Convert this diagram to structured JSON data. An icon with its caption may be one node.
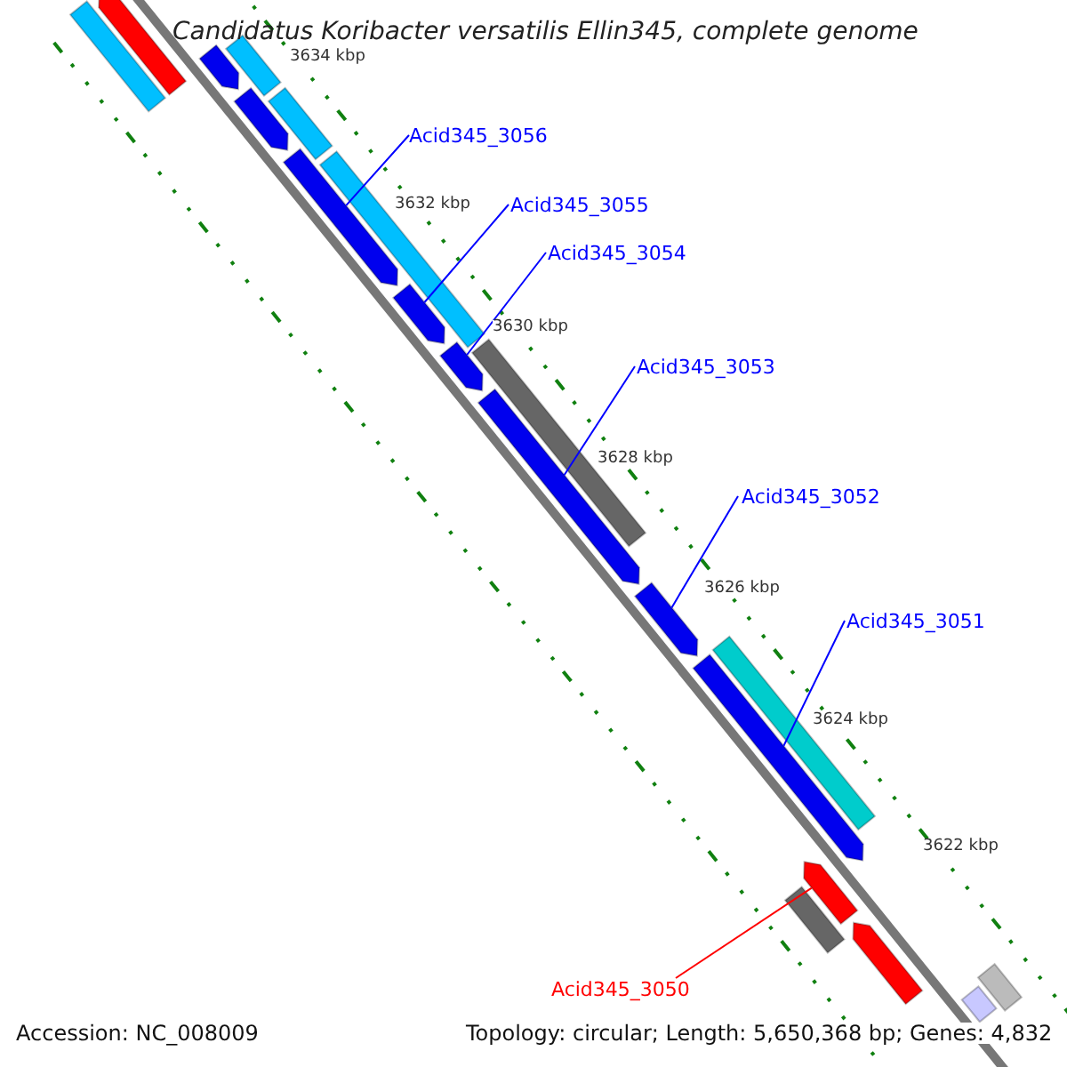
{
  "diagram": {
    "title": "Candidatus Koribacter versatilis Ellin345, complete genome",
    "nodes": [
      {
        "text": [
          "Acid345_3056"
        ]
      },
      {
        "text": [
          "Acid345_3055"
        ]
      },
      {
        "text": [
          "Acid345_3054"
        ]
      },
      {
        "text": [
          "Acid345_3053"
        ]
      },
      {
        "text": [
          "Acid345_3052"
        ]
      },
      {
        "text": [
          "Acid345_3051"
        ]
      },
      {
        "text": [
          "Acid345_3050"
        ]
      },
      {
        "text": [],
        "shape": "arrow"
      },
      {
        "text": [],
        "shape": "bar"
      },
      {
        "text": [],
        "shape": "arrow"
      },
      {
        "text": [],
        "shape": "bar"
      },
      {
        "text": [],
        "shape": "arrow"
      },
      {
        "text": [],
        "shape": "bar"
      },
      {
        "text": [],
        "shape": "arrow"
      },
      {
        "text": [],
        "shape": "bar"
      },
      {
        "text": [],
        "shape": "arrow"
      },
      {
        "text": [],
        "shape": "arrow"
      },
      {
        "text": [],
        "shape": "bar"
      },
      {
        "text": [],
        "shape": "arrow"
      },
      {
        "text": [],
        "shape": "arrow"
      },
      {
        "text": [],
        "shape": "bar"
      },
      {
        "text": [],
        "shape": "arrow"
      },
      {
        "text": [],
        "shape": "arrow"
      },
      {
        "text": [],
        "shape": "bar"
      },
      {
        "text": [],
        "shape": "arrow"
      },
      {
        "text": [],
        "shape": "bar"
      },
      {
        "text": [],
        "shape": "bar"
      }
    ],
    "edges": [
      {
        "from": 0,
        "to": 13,
        "arrow": "none"
      },
      {
        "from": 1,
        "to": 15,
        "arrow": "none"
      },
      {
        "from": 2,
        "to": 16,
        "arrow": "none"
      },
      {
        "from": 3,
        "to": 18,
        "arrow": "none"
      },
      {
        "from": 4,
        "to": 19,
        "arrow": "none"
      },
      {
        "from": 5,
        "to": 21,
        "arrow": "none"
      },
      {
        "from": 6,
        "to": 22,
        "arrow": "none",
        "color": "#ff0000"
      }
    ],
    "labels": [
      "3634 kbp",
      "3632 kbp",
      "3630 kbp",
      "3628 kbp",
      "3626 kbp",
      "3624 kbp",
      "3622 kbp",
      "Accession: NC_008009",
      "Topology: circular; Length: 5,650,368 bp; Genes: 4,832"
    ]
  }
}
